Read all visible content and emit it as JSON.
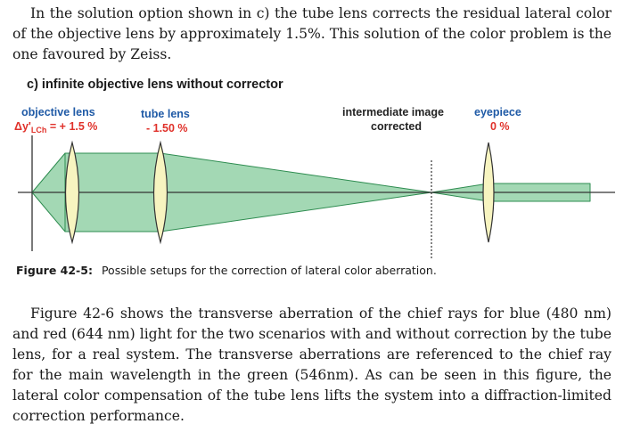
{
  "paragraph_top": "In the solution option shown in c) the tube lens corrects the residual lateral color of the objective lens by approximately 1.5%. This solution of the color problem is the one favoured by Zeiss.",
  "figure": {
    "heading": "c) infinite objective lens without corrector",
    "labels": {
      "objective_lens": "objective lens",
      "objective_value_symbol": "Δy'",
      "objective_value_subscript": "LCh",
      "objective_value_text": " = + 1.5 %",
      "tube_lens": "tube lens",
      "tube_value": "- 1.50 %",
      "intermediate_image": "intermediate image",
      "corrected": "corrected",
      "eyepiece": "eyepiece",
      "eyepiece_value": "0 %"
    },
    "colors": {
      "beam_fill": "#a3d8b4",
      "beam_stroke": "#2e8c50",
      "lens_fill": "#f7f4c0",
      "label_blue": "#1f5aa6",
      "label_red": "#e0312a"
    },
    "caption_label": "Figure 42-5:",
    "caption_text": "Possible setups for the correction of lateral color aberration."
  },
  "paragraph_bottom": "Figure 42-6 shows the transverse aberration of the chief rays for blue (480 nm) and red (644 nm) light for the two scenarios with and without correction by the tube lens, for a real system. The transverse aberrations are referenced to the chief ray for the main wavelength in the green (546nm). As can be seen in this figure, the lateral color compensation of the tube lens lifts the system into a diffraction-limited correction performance."
}
